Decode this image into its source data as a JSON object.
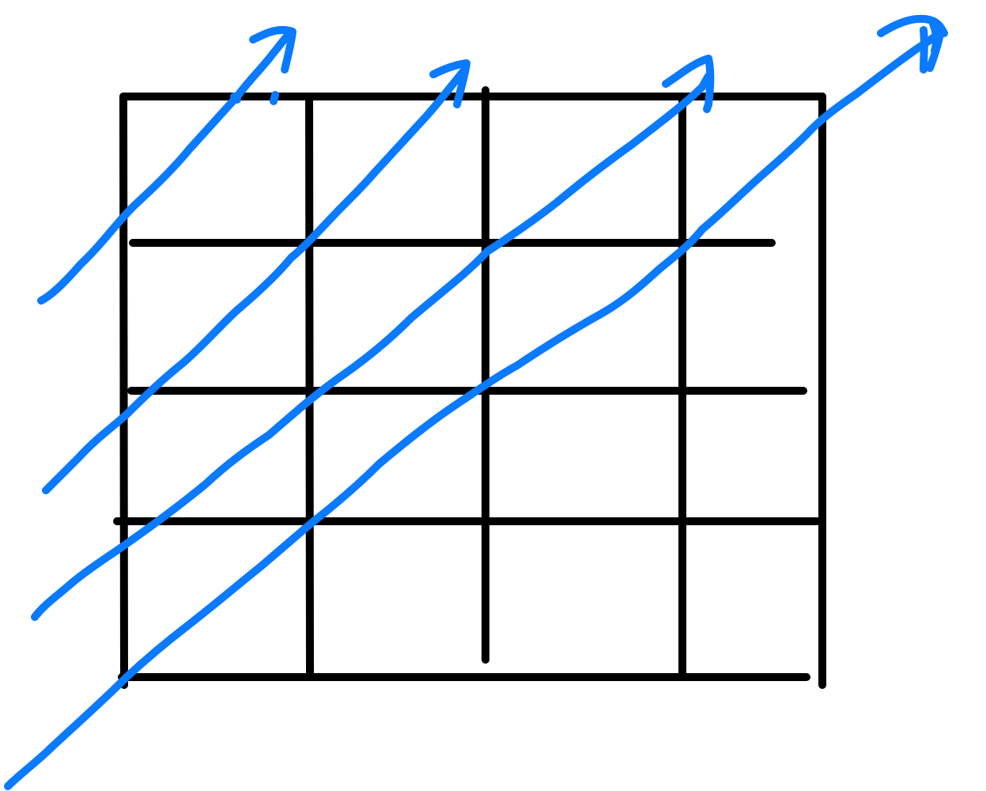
{
  "diagram": {
    "grid": {
      "rows": 4,
      "columns": 4,
      "line_color": "#000000"
    },
    "arrows": {
      "count": 4,
      "direction": "diagonal-up-right",
      "color": "#0a7aff"
    }
  }
}
